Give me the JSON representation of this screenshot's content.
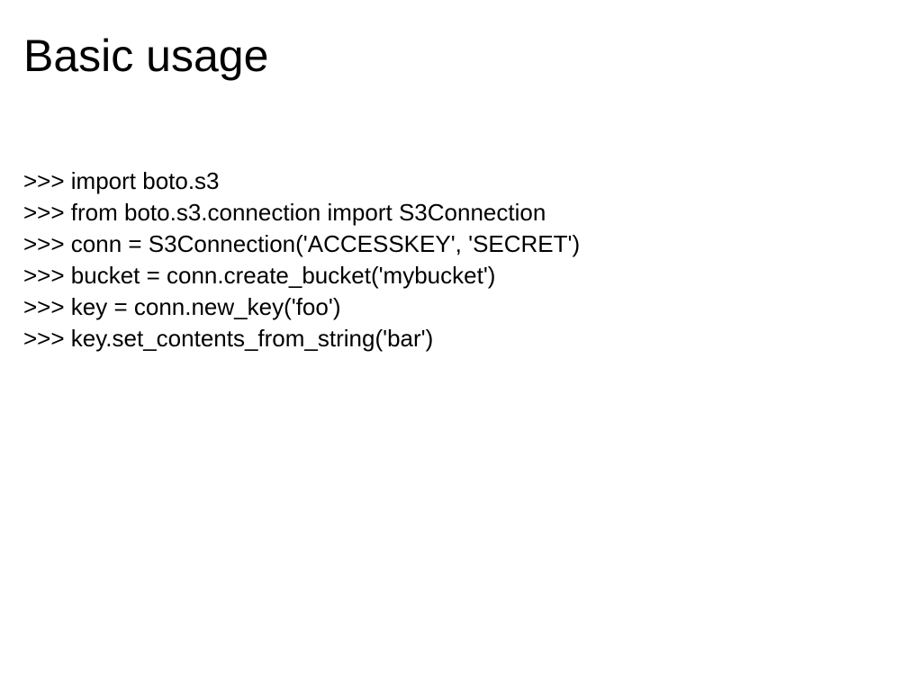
{
  "slide": {
    "title": "Basic usage",
    "lines": [
      ">>> import boto.s3",
      ">>> from boto.s3.connection import S3Connection",
      ">>> conn = S3Connection('ACCESSKEY', 'SECRET')",
      ">>> bucket = conn.create_bucket('mybucket')",
      ">>> key = conn.new_key('foo')",
      ">>> key.set_contents_from_string('bar')"
    ]
  }
}
